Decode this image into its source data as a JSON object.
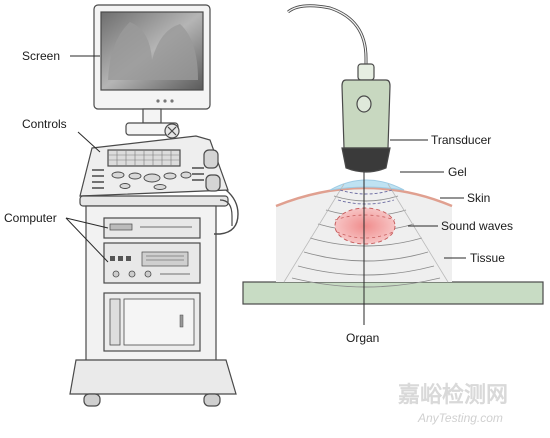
{
  "labels": {
    "screen": "Screen",
    "controls": "Controls",
    "computer": "Computer",
    "transducer": "Transducer",
    "gel": "Gel",
    "skin": "Skin",
    "sound_waves": "Sound waves",
    "tissue": "Tissue",
    "organ": "Organ"
  },
  "watermark": {
    "chinese": "嘉峪检测网",
    "english": "AnyTesting.com"
  },
  "colors": {
    "outline": "#4a4a4a",
    "machine_fill": "#f2f2f2",
    "screen_fill": "#8c8c8c",
    "transducer_fill": "#c8d8c0",
    "skin": "#e0a090",
    "gel": "#bfe2f2",
    "organ": "#f0a0a0",
    "table": "#c8dcc4",
    "tissue": "#efefef"
  }
}
